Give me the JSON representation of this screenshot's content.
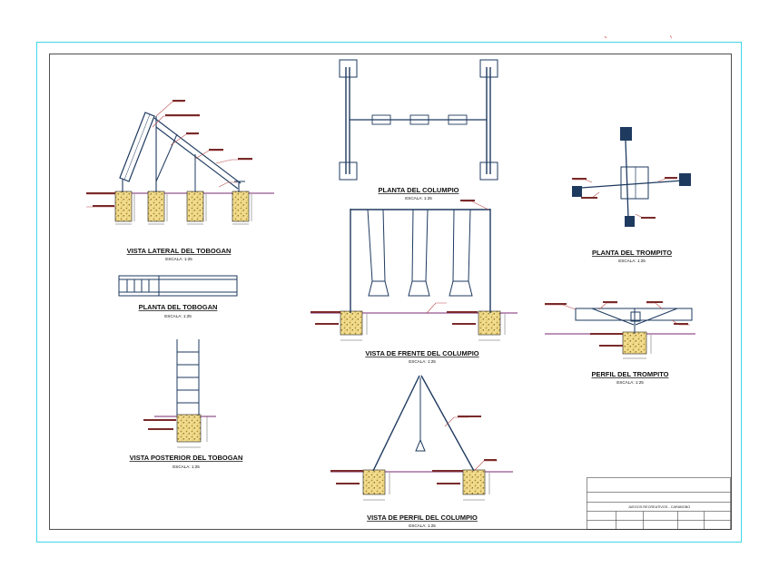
{
  "colors": {
    "outer_border": "#3fd6e8",
    "frame": "#222222",
    "structure": "#1e3a5f",
    "ground_line": "#7a2a72",
    "leader": "#b84a4a",
    "footing_fill": "#efd98a",
    "concrete_stroke": "#c8a020",
    "rebar_mark": "#8a2b2b"
  },
  "views": {
    "vista_lateral_tobogan": {
      "title": "VISTA LATERAL DEL TOBOGAN",
      "scale": "ESCALA: 1:25"
    },
    "planta_tobogan": {
      "title": "PLANTA DEL TOBOGAN",
      "scale": "ESCALA: 1:25"
    },
    "vista_posterior_tobogan": {
      "title": "VISTA POSTERIOR DEL TOBOGAN",
      "scale": "ESCALA: 1:25"
    },
    "planta_columpio": {
      "title": "PLANTA DEL COLUMPIO",
      "scale": "ESCALA: 1:25"
    },
    "vista_frente_columpio": {
      "title": "VISTA DE FRENTE DEL COLUMPIO",
      "scale": "ESCALA: 1:25"
    },
    "vista_perfil_columpio": {
      "title": "VISTA DE PERFIL DEL COLUMPIO",
      "scale": "ESCALA: 1:25"
    },
    "planta_trompito": {
      "title": "PLANTA DEL TROMPITO",
      "scale": "ESCALA: 1:25"
    },
    "perfil_trompito": {
      "title": "PERFIL DEL TROMPITO",
      "scale": "ESCALA: 1:25"
    }
  },
  "title_block": {
    "project": "JUEGOS RECREATIVOS - CARABOBO"
  }
}
